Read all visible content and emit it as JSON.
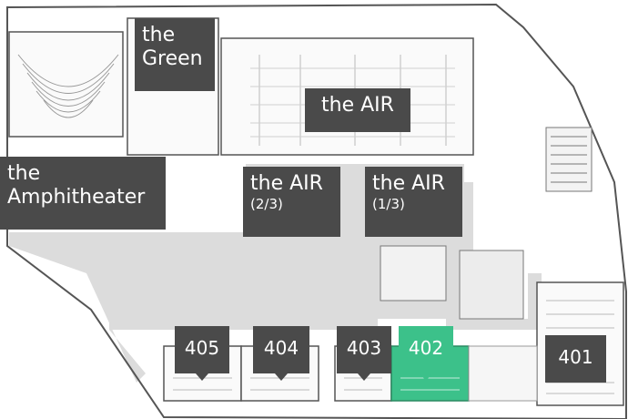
{
  "colors": {
    "room_label": "#4a4a4a",
    "highlight": "#3cc18a",
    "corridor": "#dcdcdc",
    "wall": "#555555"
  },
  "rooms": {
    "green": "the\nGreen",
    "air": "the AIR",
    "air_23_title": "the AIR",
    "air_23_sub": "(2/3)",
    "air_13_title": "the AIR",
    "air_13_sub": "(1/3)",
    "amphitheater": "the\nAmphitheater",
    "r405": "405",
    "r404": "404",
    "r403": "403",
    "r402": "402",
    "r401": "401"
  },
  "highlighted_room": "402"
}
